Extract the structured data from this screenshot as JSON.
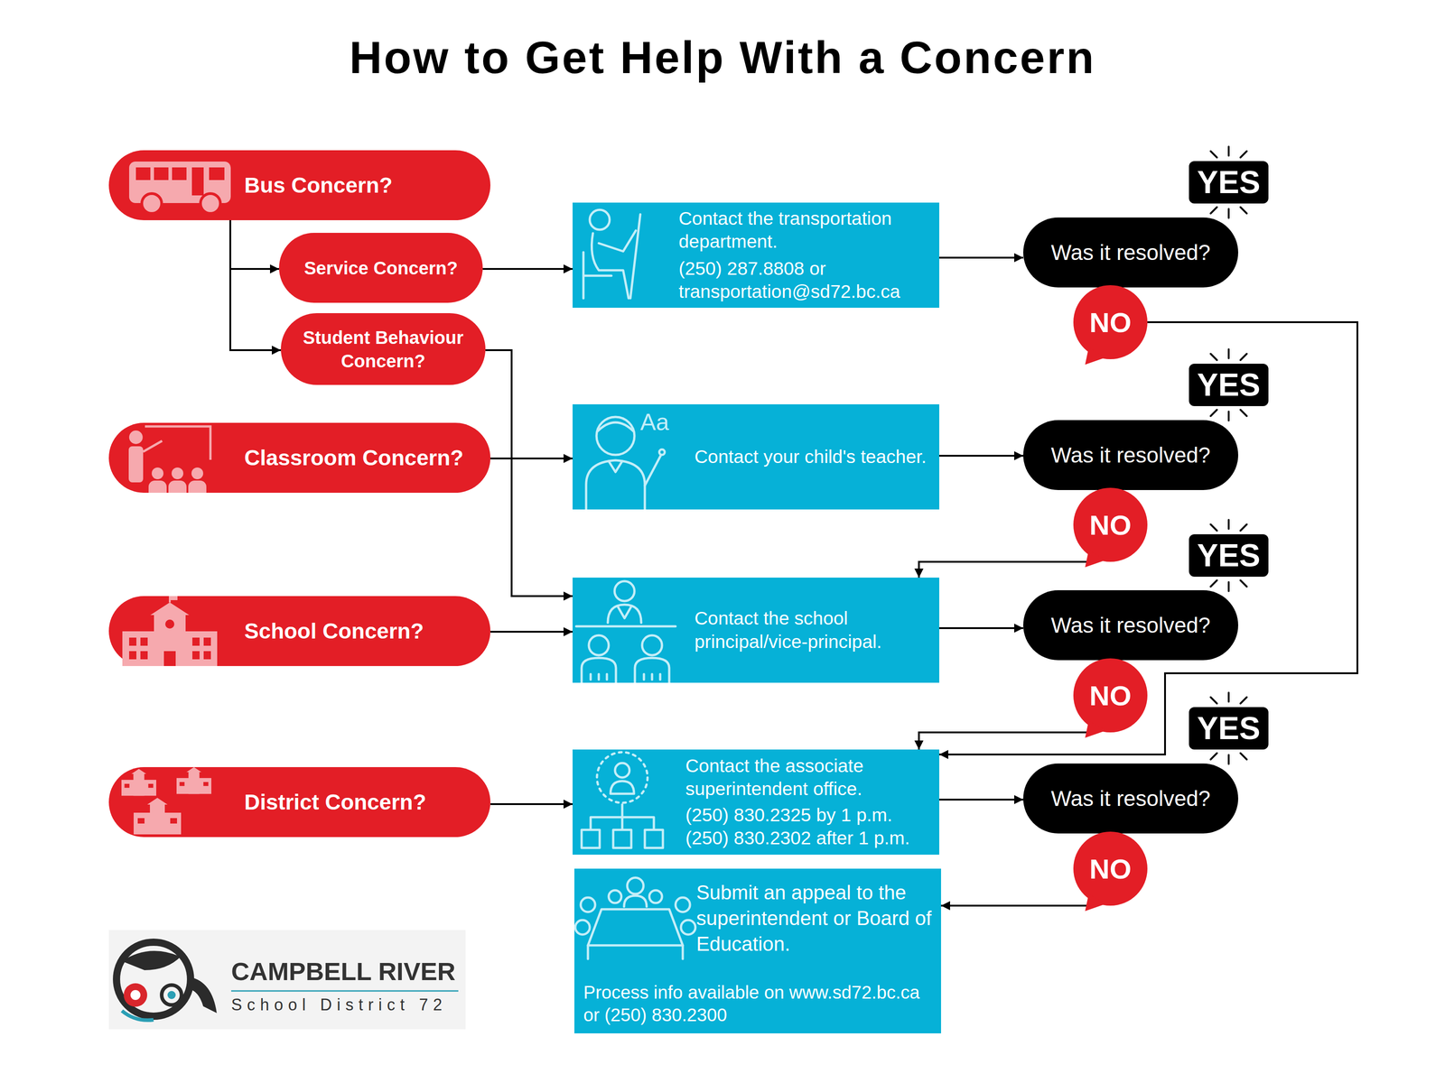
{
  "diagram": {
    "title": "How to Get Help With a Concern",
    "nodes": [
      {
        "text": [
          "Bus Concern?"
        ]
      },
      {
        "text": [
          "Service Concern?"
        ]
      },
      {
        "text": [
          "Contact the transportation department.",
          "(250) 287.8808 or transportation@sd72.bc.ca"
        ]
      },
      {
        "text": [
          "Was it resolved?"
        ]
      },
      {
        "text": [
          "YES"
        ]
      },
      {
        "text": [
          "NO"
        ]
      },
      {
        "text": [
          "Student Behaviour Concern?"
        ]
      },
      {
        "text": [
          "Classroom Concern?"
        ]
      },
      {
        "text": [
          "Contact your child's teacher."
        ]
      },
      {
        "text": [
          "Was it resolved?"
        ]
      },
      {
        "text": [
          "YES"
        ]
      },
      {
        "text": [
          "NO"
        ]
      },
      {
        "text": [
          "School Concern?"
        ]
      },
      {
        "text": [
          "Contact the school principal/vice-principal."
        ]
      },
      {
        "text": [
          "Was it resolved?"
        ]
      },
      {
        "text": [
          "YES"
        ]
      },
      {
        "text": [
          "NO"
        ]
      },
      {
        "text": [
          "District Concern?"
        ]
      },
      {
        "text": [
          "Contact the associate superintendent office.",
          "(250) 830.2325 by 1 p.m.",
          "(250) 830.2302 after 1 p.m."
        ]
      },
      {
        "text": [
          "Was it resolved?"
        ]
      },
      {
        "text": [
          "YES"
        ]
      },
      {
        "text": [
          "NO"
        ]
      },
      {
        "text": [
          "Submit an appeal to the superintendent or Board of Education.",
          "Process info available on www.sd72.bc.ca or (250) 830.2300"
        ]
      }
    ],
    "edges": [
      {
        "from": 0,
        "to": 1,
        "arrow": "to"
      },
      {
        "from": 0,
        "to": 6,
        "arrow": "to"
      },
      {
        "from": 1,
        "to": 2,
        "arrow": "to"
      },
      {
        "from": 2,
        "to": 3,
        "arrow": "to"
      },
      {
        "from": 5,
        "to": 18,
        "arrow": "to"
      },
      {
        "from": 6,
        "to": 13,
        "arrow": "to"
      },
      {
        "from": 7,
        "to": 8,
        "arrow": "to"
      },
      {
        "from": 8,
        "to": 9,
        "arrow": "to"
      },
      {
        "from": 11,
        "to": 13,
        "arrow": "to"
      },
      {
        "from": 12,
        "to": 13,
        "arrow": "to"
      },
      {
        "from": 13,
        "to": 14,
        "arrow": "to"
      },
      {
        "from": 16,
        "to": 18,
        "arrow": "to"
      },
      {
        "from": 17,
        "to": 18,
        "arrow": "to"
      },
      {
        "from": 18,
        "to": 19,
        "arrow": "to"
      },
      {
        "from": 21,
        "to": 22,
        "arrow": "to"
      }
    ],
    "labels": [
      "Aa",
      "CAMPBELL RIVER",
      "School District 72"
    ]
  }
}
